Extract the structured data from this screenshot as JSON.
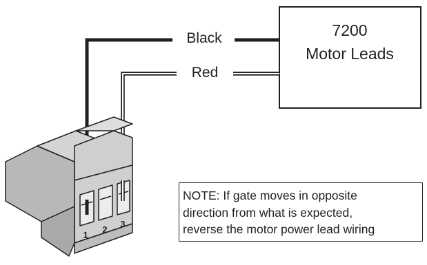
{
  "wires": {
    "black_label": "Black",
    "red_label": "Red"
  },
  "motor_box": {
    "line1": "7200",
    "line2": "Motor Leads"
  },
  "terminal": {
    "pins": [
      "1",
      "2",
      "3"
    ]
  },
  "note": {
    "lines": [
      "NOTE: If gate moves in opposite",
      "direction from what is expected,",
      "reverse the motor power lead wiring"
    ]
  },
  "colors": {
    "line": "#231f20",
    "block_fill": "#cccccc",
    "block_shadow": "#a6a6a6"
  }
}
